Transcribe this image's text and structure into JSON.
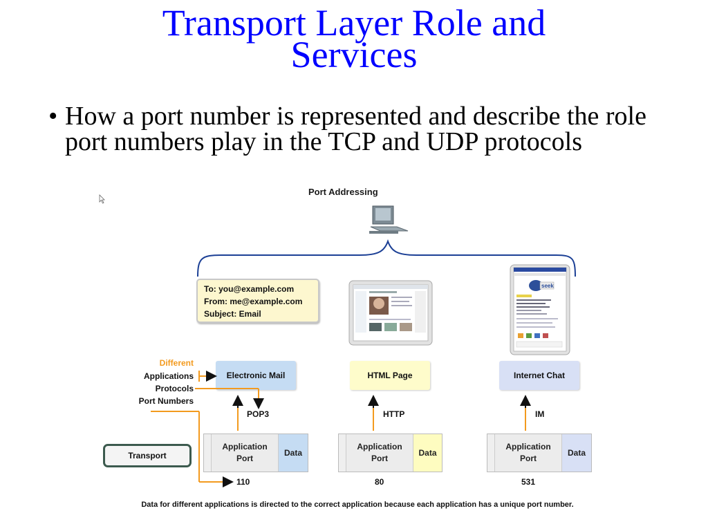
{
  "slide": {
    "title_line1": "Transport Layer Role and",
    "title_line2": "Services",
    "bullet_marker": "•",
    "bullet_text": "How a port number is represented and describe the role port numbers play in the TCP and UDP protocols"
  },
  "diagram": {
    "title": "Port Addressing",
    "email": {
      "to": "To: you@example.com",
      "from": "From: me@example.com",
      "subject": "Subject: Email"
    },
    "chat_logo": "seek",
    "legend": {
      "different": "Different",
      "applications": "Applications",
      "protocols": "Protocols",
      "port_numbers": "Port Numbers"
    },
    "applications": [
      {
        "label": "Electronic Mail",
        "protocol": "POP3",
        "port_label": "Application\nPort",
        "data_label": "Data",
        "port_number": "110",
        "color": "#c5dcf3",
        "data_color": "#c5dcf3"
      },
      {
        "label": "HTML Page",
        "protocol": "HTTP",
        "port_label": "Application\nPort",
        "data_label": "Data",
        "port_number": "80",
        "color": "#fefccb",
        "data_color": "#fefcc0"
      },
      {
        "label": "Internet Chat",
        "protocol": "IM",
        "port_label": "Application\nPort",
        "data_label": "Data",
        "port_number": "531",
        "color": "#d8e0f5",
        "data_color": "#d8e0f5"
      }
    ],
    "transport_label": "Transport",
    "caption": "Data for different applications is directed to the correct application because each application has a unique port number.",
    "colors": {
      "accent_orange": "#f39a1e",
      "brace_blue": "#1b3f95",
      "title_blue": "#0000ff"
    }
  }
}
